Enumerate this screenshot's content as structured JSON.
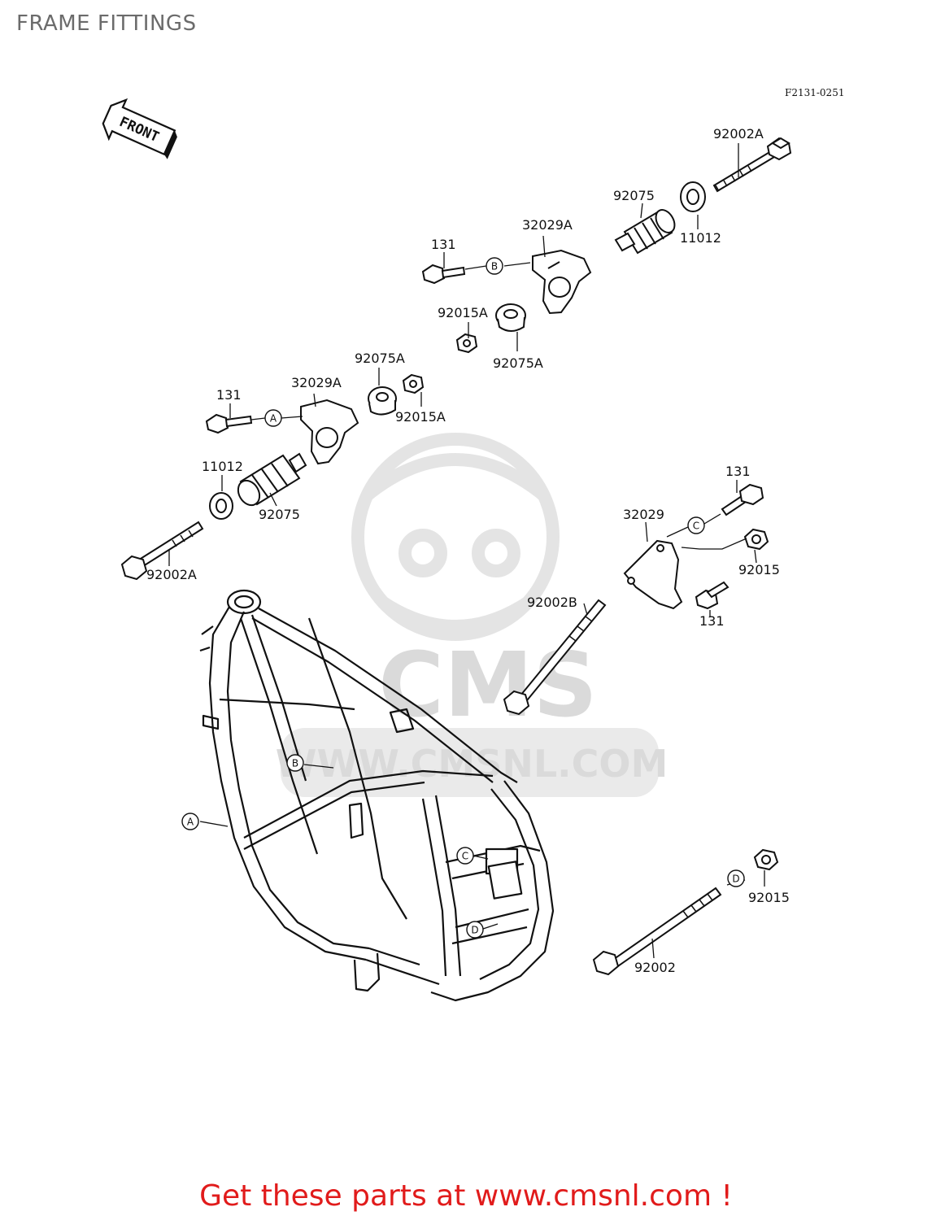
{
  "page_title": "FRAME FITTINGS",
  "diagram_code": "F2131-0251",
  "front_label": "FRONT",
  "watermark": {
    "brand": "CMS",
    "url": "WWW.CMSNL.COM"
  },
  "callouts": {
    "p92002A_top": "92002A",
    "p92075_top": "92075",
    "p11012_top": "11012",
    "p32029A_top": "32029A",
    "p131_top": "131",
    "p92015A_mid": "92015A",
    "p92075A_right": "92075A",
    "p131_left": "131",
    "p32029A_left": "32029A",
    "p92075A_left": "92075A",
    "p92015A_left": "92015A",
    "p11012_left": "11012",
    "p92075_left": "92075",
    "p92002A_left": "92002A",
    "p131_c": "131",
    "p32029": "32029",
    "p92015_c": "92015",
    "p92002B": "92002B",
    "p131_lower": "131",
    "p92015_d": "92015",
    "p92002": "92002"
  },
  "ref_markers": {
    "a": "A",
    "b": "B",
    "c": "C",
    "d": "D"
  },
  "footer_text": "Get these parts at www.cmsnl.com !"
}
